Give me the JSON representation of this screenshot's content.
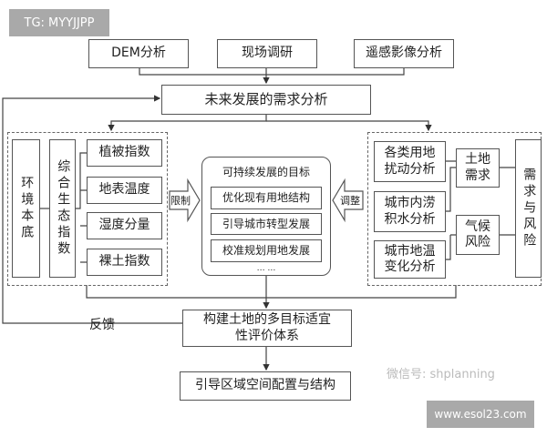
{
  "watermark_tg": "TG: MYYJJPP",
  "inputs": [
    "DEM分析",
    "现场调研",
    "遥感影像分析"
  ],
  "demand_analysis": "未来发展的需求分析",
  "left_group": {
    "base": "环境本底",
    "index": "综合生态指数",
    "items": [
      "植被指数",
      "地表温度",
      "湿度分量",
      "裸土指数"
    ]
  },
  "limit_label": "限制",
  "adjust_label": "调整",
  "goals": {
    "title": "可持续发展的目标",
    "items": [
      "优化现有用地结构",
      "引导城市转型发展",
      "校准规划用地发展"
    ],
    "more": "… …"
  },
  "right_group": {
    "analyses": [
      "各类用地扰动分析",
      "城市内涝积水分析",
      "城市地温变化分析"
    ],
    "factors": [
      "土地需求",
      "气候风险"
    ],
    "title": "需求与风险"
  },
  "feedback_label": "反馈",
  "evaluation": "构建土地的多目标适宜性评价体系",
  "output": "引导区域空间配置与结构",
  "wechat": "微信号: shplanning",
  "site": "www.esol23.com"
}
